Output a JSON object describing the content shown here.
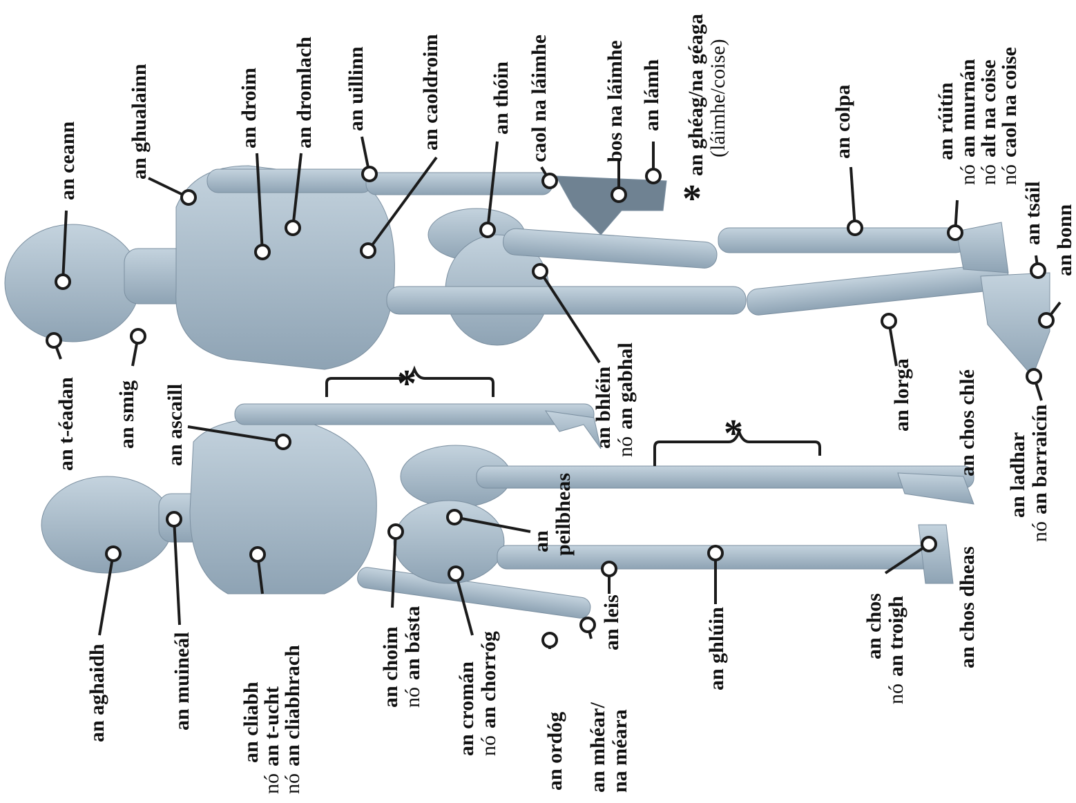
{
  "colors": {
    "figure": "#a9bccb",
    "figure_dark": "#7b8fa0",
    "line": "#1b1b1b",
    "text": "#111111"
  },
  "star": "*",
  "labels": {
    "ceann": "an ceann",
    "ghualainn": "an ghualainn",
    "droim": "an droim",
    "dromlach": "an dromlach",
    "uillinn": "an uillinn",
    "caoldroim": "an caoldroim",
    "thoin": "an thóin",
    "caol_laimhe": "caol na láimhe",
    "bos_laimhe": "bos na láimhe",
    "lamh": "an lámh",
    "geag": "an ghéag/na géaga",
    "geag_sub": "(láimhe/coise)",
    "colpa": "an colpa",
    "ruitin": "an rúitín",
    "no": "nó",
    "murnan": "an murnán",
    "alt_coise": "alt na coise",
    "caol_coise": "caol na coise",
    "tsail": "an tsáil",
    "bonn": "an bonn",
    "teadan": "an t-éadan",
    "smig": "an smig",
    "ascaill": "an ascaill",
    "bhlein": "an bhléin",
    "gabhal": "an gabhal",
    "lorga": "an lorga",
    "chos_chle": "an chos chlé",
    "ladhar": "an ladhar",
    "barraicin": "an barraicín",
    "peilbheas_1": "an",
    "peilbheas_2": "peilbheas",
    "aghaidh": "an aghaidh",
    "muineal": "an muineál",
    "cliabh": "an cliabh",
    "tucht": "an t-ucht",
    "cliabhrach": "an cliabhrach",
    "choim": "an choim",
    "basta": "an básta",
    "croman": "an cromán",
    "chorrog": "an chorróg",
    "ordog": "an ordóg",
    "mhear": "an mhéar/",
    "meara": "na méara",
    "leis": "an leis",
    "ghluin": "an ghlúin",
    "chos": "an chos",
    "troigh": "an troigh",
    "chos_dheas": "an chos dheas"
  }
}
